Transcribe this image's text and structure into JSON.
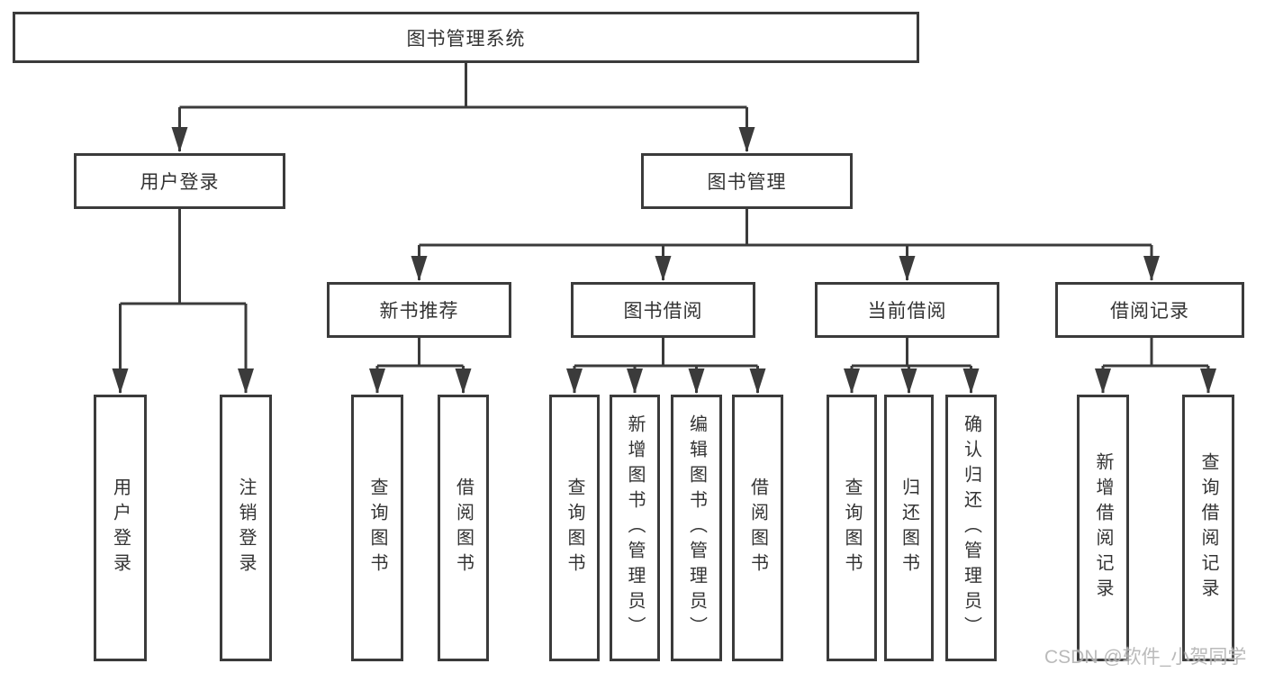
{
  "diagram_type": "hierarchy-flowchart",
  "tree": {
    "label": "图书管理系统",
    "children": [
      {
        "label": "用户登录",
        "children": [
          {
            "label": "用户登录"
          },
          {
            "label": "注销登录"
          }
        ]
      },
      {
        "label": "图书管理",
        "children": [
          {
            "label": "新书推荐",
            "children": [
              {
                "label": "查询图书"
              },
              {
                "label": "借阅图书"
              }
            ]
          },
          {
            "label": "图书借阅",
            "children": [
              {
                "label": "查询图书"
              },
              {
                "label": "新增图书（管理员）"
              },
              {
                "label": "编辑图书（管理员）"
              },
              {
                "label": "借阅图书"
              }
            ]
          },
          {
            "label": "当前借阅",
            "children": [
              {
                "label": "查询图书"
              },
              {
                "label": "归还图书"
              },
              {
                "label": "确认归还（管理员）"
              }
            ]
          },
          {
            "label": "借阅记录",
            "children": [
              {
                "label": "新增借阅记录"
              },
              {
                "label": "查询借阅记录"
              }
            ]
          }
        ]
      }
    ]
  },
  "watermark": "CSDN @软件_小贺同学",
  "colors": {
    "line": "#3b3b3b",
    "text": "#333333",
    "watermark": "#b3b3b3",
    "background": "#ffffff"
  }
}
